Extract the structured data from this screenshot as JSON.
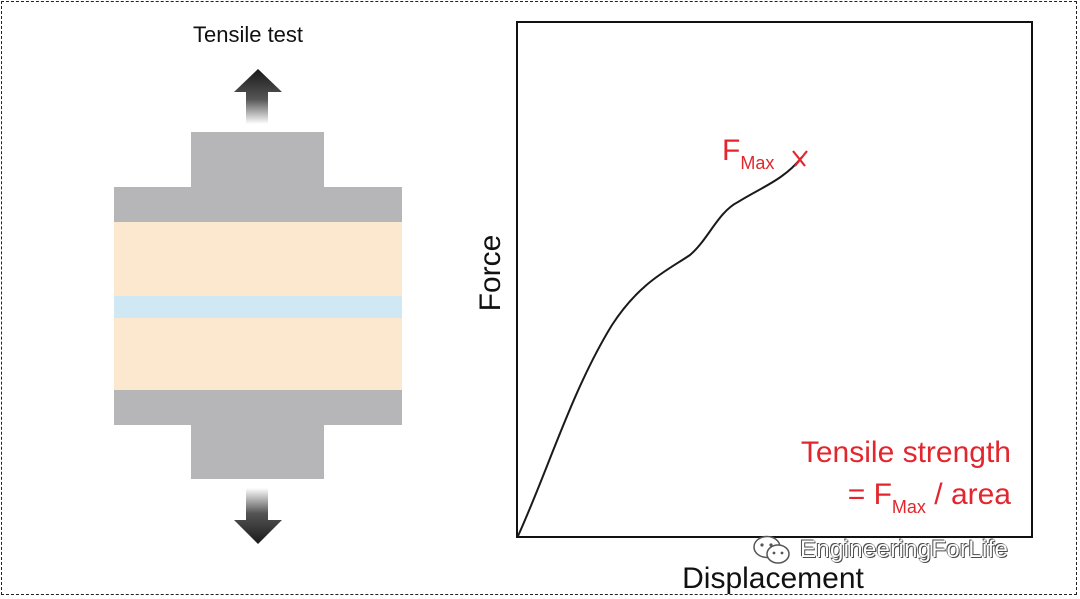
{
  "diagram": {
    "title": "Tensile test"
  },
  "chart": {
    "x_label": "Displacement",
    "y_label": "Force",
    "fmax_label": "F",
    "fmax_subscript": "Max",
    "formula_line1": "Tensile strength",
    "formula_prefix": "= F",
    "formula_subscript": "Max",
    "formula_suffix": " / area"
  },
  "watermark": {
    "text": "EngineeringForLife"
  },
  "colors": {
    "grip": "#b6b6b8",
    "substrate": "#fce8cf",
    "adhesive": "#cfe8f3",
    "curve": "#1a1a1a",
    "annotation": "#e3262e"
  }
}
